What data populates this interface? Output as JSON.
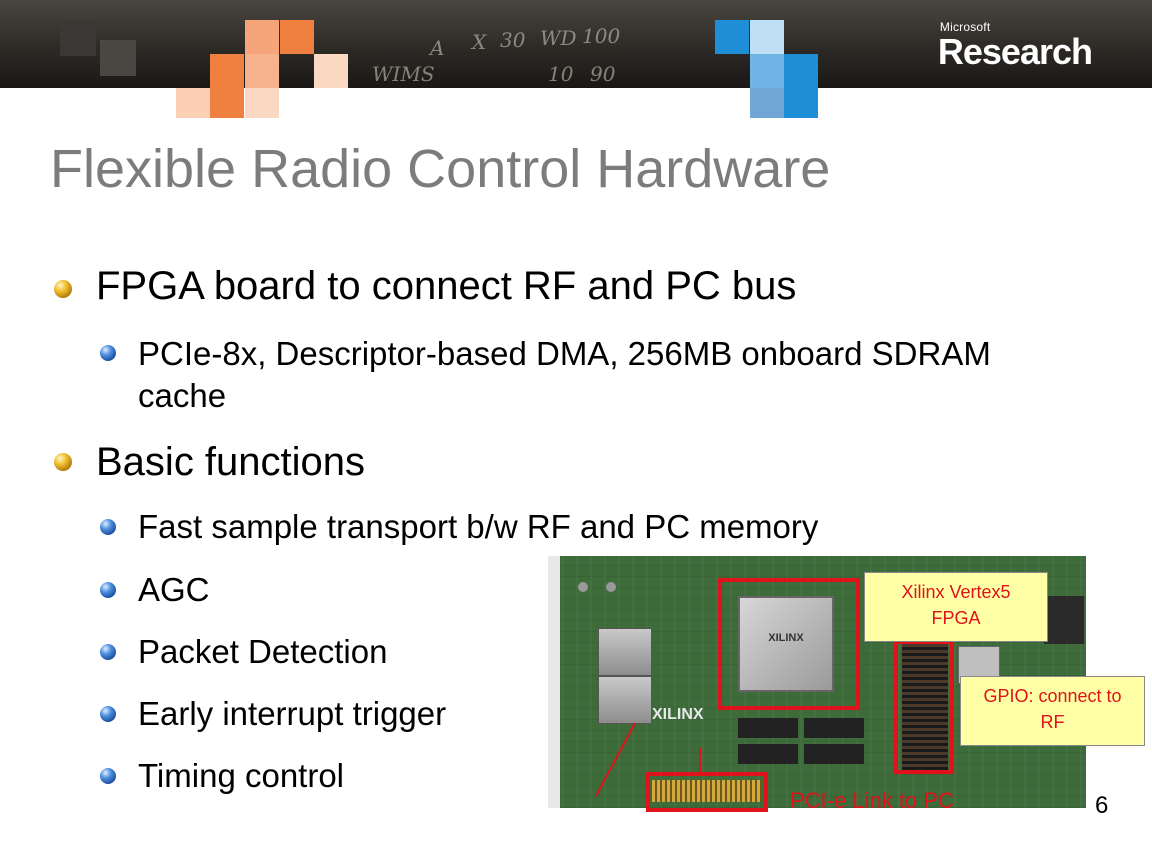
{
  "header": {
    "chalk_texts": [
      "WIMS",
      "A",
      "X",
      "30",
      "WD",
      "100",
      "10",
      "90"
    ],
    "brand_small": "Microsoft",
    "brand_large": "Research"
  },
  "slide": {
    "title": "Flexible Radio Control Hardware",
    "bullets": [
      {
        "text": "FPGA board to connect RF and PC bus",
        "sub": [
          "PCIe-8x, Descriptor-based DMA, 256MB onboard SDRAM cache"
        ]
      },
      {
        "text": "Basic functions",
        "sub": [
          "Fast sample transport b/w RF and PC memory",
          "AGC",
          "Packet Detection",
          "Early interrupt trigger",
          "Timing control"
        ]
      }
    ],
    "page_number": "6"
  },
  "figure": {
    "chip_label": "XILINX",
    "board_label": "XILINX",
    "callouts": {
      "fpga": "Xilinx Vertex5 FPGA",
      "gpio": "GPIO: connect to RF",
      "pcie": "PCI-e Link to PC"
    }
  },
  "colors": {
    "accent_red": "#e0121b",
    "callout_bg": "#ffffa6",
    "title_gray": "#7c7c7c",
    "orange_tiles": "#f08040",
    "blue_tiles": "#1e8fd6"
  },
  "icons": [
    "gold-bullet-icon",
    "blue-bullet-icon"
  ]
}
